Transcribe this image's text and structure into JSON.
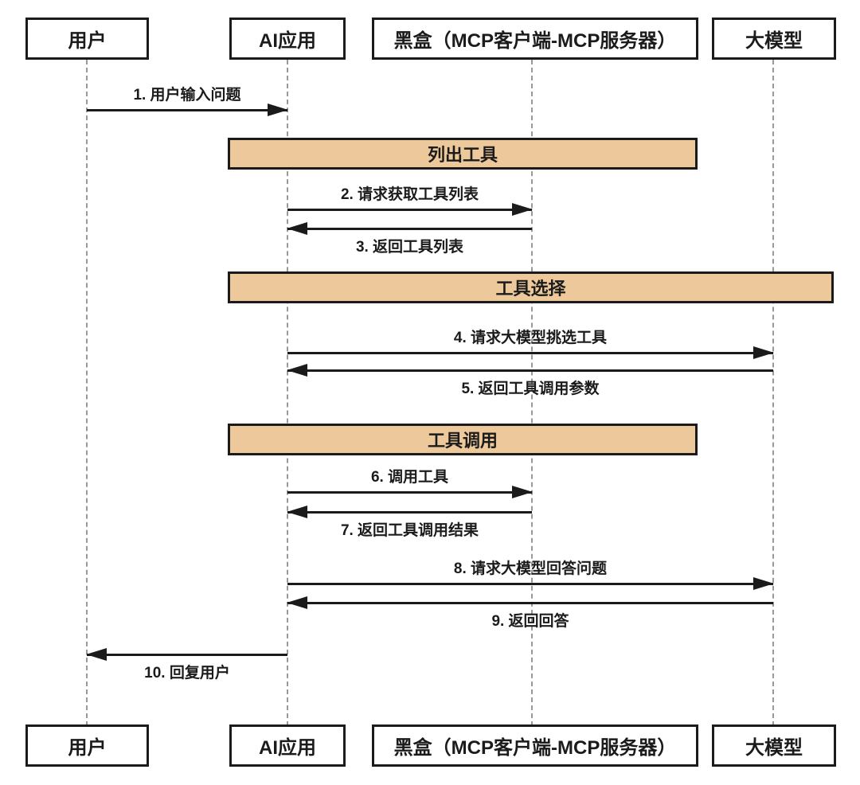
{
  "diagram": {
    "type": "sequence-diagram",
    "participants": [
      {
        "id": "user",
        "label": "用户"
      },
      {
        "id": "ai-app",
        "label": "AI应用"
      },
      {
        "id": "blackbox",
        "label": "黑盒（MCP客户端-MCP服务器）"
      },
      {
        "id": "llm",
        "label": "大模型"
      }
    ],
    "sections": [
      {
        "label": "列出工具",
        "spans": [
          "ai-app",
          "blackbox"
        ]
      },
      {
        "label": "工具选择",
        "spans": [
          "ai-app",
          "llm"
        ]
      },
      {
        "label": "工具调用",
        "spans": [
          "ai-app",
          "blackbox"
        ]
      }
    ],
    "messages": [
      {
        "label": "1. 用户输入问题",
        "from": "user",
        "to": "ai-app"
      },
      {
        "label": "2. 请求获取工具列表",
        "from": "ai-app",
        "to": "blackbox"
      },
      {
        "label": "3. 返回工具列表",
        "from": "blackbox",
        "to": "ai-app"
      },
      {
        "label": "4. 请求大模型挑选工具",
        "from": "ai-app",
        "to": "llm"
      },
      {
        "label": "5. 返回工具调用参数",
        "from": "llm",
        "to": "ai-app"
      },
      {
        "label": "6. 调用工具",
        "from": "ai-app",
        "to": "blackbox"
      },
      {
        "label": "7. 返回工具调用结果",
        "from": "blackbox",
        "to": "ai-app"
      },
      {
        "label": "8. 请求大模型回答问题",
        "from": "ai-app",
        "to": "llm"
      },
      {
        "label": "9. 返回回答",
        "from": "llm",
        "to": "ai-app"
      },
      {
        "label": "10. 回复用户",
        "from": "ai-app",
        "to": "user"
      }
    ],
    "colors": {
      "background": "#ffffff",
      "box_border": "#1b1b1b",
      "section_fill": "#ecc89a",
      "lifeline": "#999999",
      "text": "#1b1b1b"
    }
  }
}
